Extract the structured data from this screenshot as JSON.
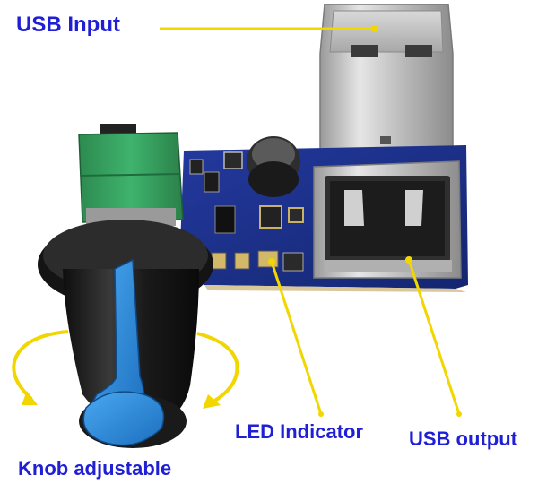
{
  "image": {
    "description": "Product photo of a USB fan speed controller board with a rotary knob, annotated with labels",
    "colors": {
      "label_text": "#1f1fd6",
      "leader_line": "#f2d600",
      "pcb": "#1a2f8f",
      "terminal": "#2f9b5a",
      "knob_black": "#1c1c1c",
      "knob_blue": "#2a8fe0",
      "usb_metal": "#c8c8c8"
    }
  },
  "annotations": {
    "usb_input": "USB Input",
    "led_indicator": "LED Indicator",
    "usb_output": "USB output",
    "knob_adjustable": "Knob adjustable"
  }
}
